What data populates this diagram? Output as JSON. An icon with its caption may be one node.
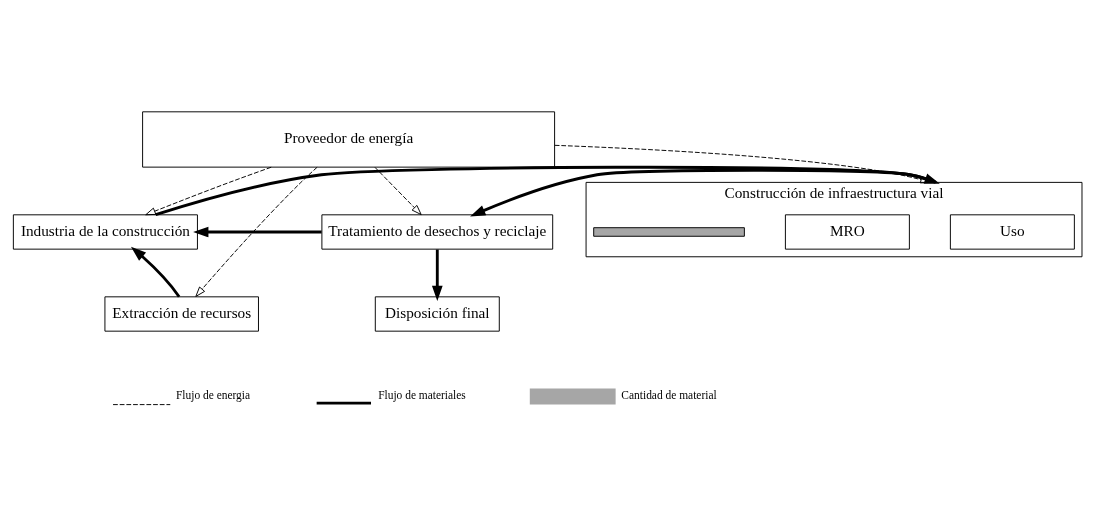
{
  "diagram": {
    "nodes": [
      {
        "text": [
          "Proveedor de energía"
        ]
      },
      {
        "text": [
          "Industria de la construcción"
        ]
      },
      {
        "text": [
          "Construcción de infraestructura vial"
        ]
      },
      {
        "text": [
          "Uso"
        ],
        "in": 2
      },
      {
        "text": [
          "MRO"
        ],
        "in": 2
      },
      {
        "text": [
          "Tratamiento de desechos y reciclaje"
        ]
      },
      {
        "text": [
          "Extracción de recursos"
        ]
      },
      {
        "text": [
          "Disposición final"
        ]
      },
      {
        "text": [],
        "shape": "bar",
        "in": 2
      }
    ],
    "edges": [
      {
        "from": 0,
        "to": 1,
        "arrow": "to",
        "style": "dashed"
      },
      {
        "from": 0,
        "to": 2,
        "arrow": "to",
        "style": "dashed"
      },
      {
        "from": 0,
        "to": 5,
        "arrow": "to",
        "style": "dashed"
      },
      {
        "from": 0,
        "to": 6,
        "arrow": "to",
        "style": "dashed"
      },
      {
        "from": 1,
        "to": 2,
        "arrow": "to"
      },
      {
        "from": 2,
        "to": 5,
        "arrow": "to"
      },
      {
        "from": 5,
        "to": 7,
        "arrow": "to"
      },
      {
        "from": 6,
        "to": 1,
        "arrow": "to"
      },
      {
        "from": 5,
        "to": 1,
        "arrow": "to"
      }
    ],
    "legend": [
      {
        "text": "Flujo de energia"
      },
      {
        "text": "Flujo de materiales"
      },
      {
        "text": "Cantidad de material",
        "color": "#a6a6a6"
      }
    ]
  }
}
